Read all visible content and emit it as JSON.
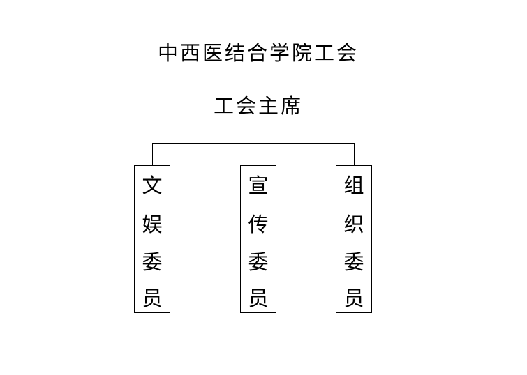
{
  "title": "中西医结合学院工会",
  "chair": "工会主席",
  "committees": [
    {
      "chars": [
        "文",
        "娱",
        "委",
        "员"
      ]
    },
    {
      "chars": [
        "宣",
        "传",
        "委",
        "员"
      ]
    },
    {
      "chars": [
        "组",
        "织",
        "委",
        "员"
      ]
    }
  ]
}
